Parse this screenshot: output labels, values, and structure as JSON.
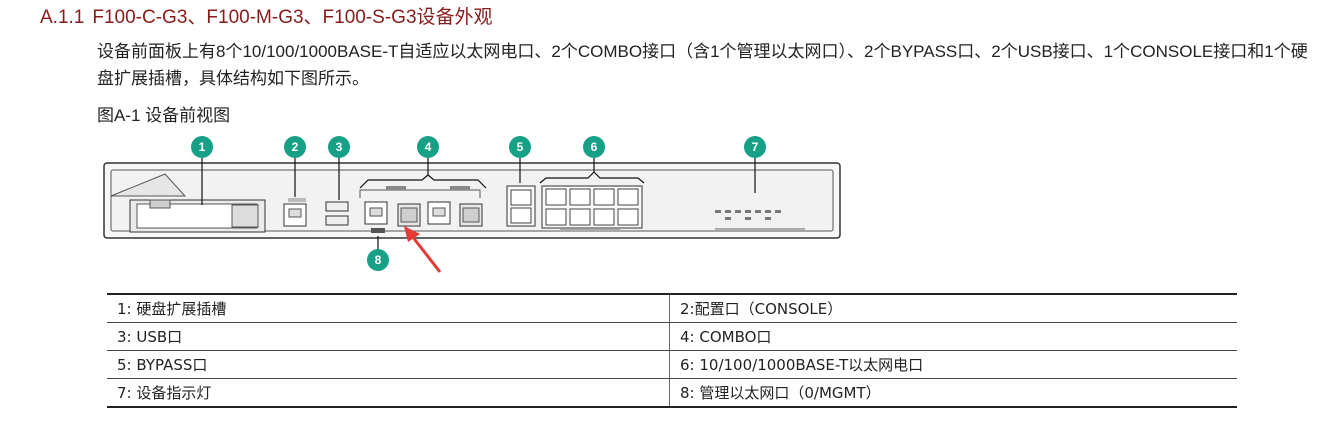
{
  "heading": {
    "number": "A.1.1",
    "title": "F100-C-G3、F100-M-G3、F100-S-G3设备外观"
  },
  "paragraph": "设备前面板上有8个10/100/1000BASE-T自适应以太网电口、2个COMBO接口（含1个管理以太网口）、2个BYPASS口、2个USB接口、1个CONSOLE接口和1个硬盘扩展插槽，具体结构如下图所示。",
  "figure": {
    "caption": "图A-1 设备前视图",
    "callouts": [
      "1",
      "2",
      "3",
      "4",
      "5",
      "6",
      "7",
      "8"
    ],
    "colors": {
      "callout": "#16a085",
      "arrow": "#e53935",
      "panel": "#f4f4f4",
      "outline": "#333333"
    }
  },
  "legend_table": {
    "rows": [
      {
        "left": "1: 硬盘扩展插槽",
        "right": "2:配置口（CONSOLE）"
      },
      {
        "left": "3: USB口",
        "right": "4: COMBO口"
      },
      {
        "left": "5: BYPASS口",
        "right": "6: 10/100/1000BASE-T以太网电口"
      },
      {
        "left": "7: 设备指示灯",
        "right": "8: 管理以太网口（0/MGMT）"
      }
    ]
  }
}
